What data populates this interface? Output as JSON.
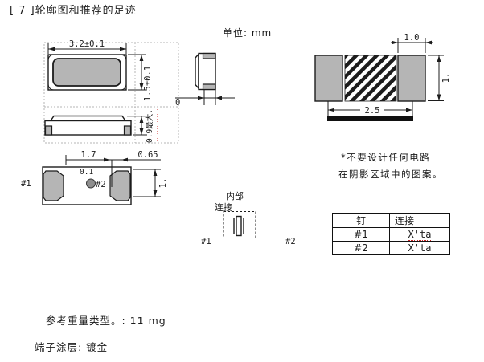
{
  "document": {
    "title": "[ 7 ]轮廓图和推荐的足迹",
    "unit_label": "单位: mm",
    "shaded_note_line1": "*不要设计任何电路",
    "shaded_note_line2": "在阴影区域中的图案。",
    "weight_note": "参考重量类型。: 11 mg",
    "terminal_note": "端子涂层: 镀金"
  },
  "top_view": {
    "width_dim": "3.2±0.1",
    "height_dim": "1.5±0.1"
  },
  "side_view": {
    "max_height_dim": "0.9最大."
  },
  "bottom_view": {
    "dim_left": "1.7",
    "dim_right": "0.65",
    "dim_offset": "0.1",
    "pin1_label": "#1",
    "pin2_label": "#2",
    "height_dim": "1."
  },
  "end_view": {
    "zero_dim": "0"
  },
  "internal_connection": {
    "label_top": "内部",
    "label_bottom": "连接",
    "pin1_label": "#1",
    "pin2_label": "#2"
  },
  "footprint": {
    "pad_width_dim": "1.0",
    "pitch_dim": "2.5",
    "height_dim": "1."
  },
  "pin_table": {
    "col_pin": "钉",
    "col_conn": "连接",
    "rows": [
      {
        "pin": "#1",
        "conn": "X'ta"
      },
      {
        "pin": "#2",
        "conn": "X'ta"
      }
    ]
  },
  "colors": {
    "pad_gray": "#b5b5b5",
    "line_dark": "#1c1c1c",
    "underline_red": "#cc2222",
    "keepout_hatch": "#1c1c1c"
  }
}
